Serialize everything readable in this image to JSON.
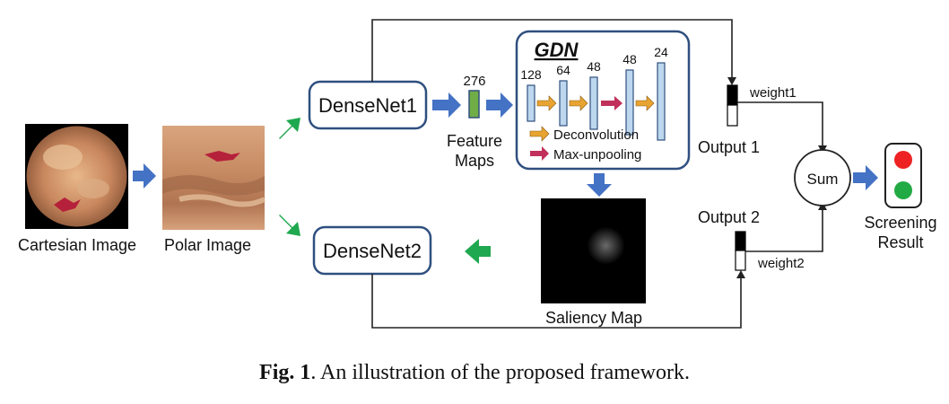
{
  "images": {
    "cartesian_label": "Cartesian Image",
    "polar_label": "Polar Image",
    "saliency_label": "Saliency Map"
  },
  "networks": {
    "densenet1": "DenseNet1",
    "densenet2": "DenseNet2"
  },
  "feature_maps": {
    "count": "276",
    "label_line1": "Feature",
    "label_line2": "Maps"
  },
  "gdn": {
    "title": "GDN",
    "layers": [
      "128",
      "64",
      "48",
      "48",
      "24"
    ],
    "legend_deconv": "Deconvolution",
    "legend_unpool": "Max-unpooling"
  },
  "outputs": {
    "output1": "Output 1",
    "output2": "Output 2",
    "weight1": "weight1",
    "weight2": "weight2",
    "sum": "Sum"
  },
  "result": {
    "line1": "Screening",
    "line2": "Result"
  },
  "caption": {
    "fig": "Fig. 1",
    "text": ". An illustration of the proposed framework."
  },
  "colors": {
    "blue_arrow": "#4472c4",
    "green_arrow": "#1fa84f",
    "box_stroke": "#2f4f7f",
    "orange_arrow": "#e8a431",
    "red_arrow": "#c0305a",
    "layer_fill": "#bdd7ee",
    "feature_green": "#70ad47",
    "light_red": "#ee2222",
    "light_green": "#22aa44"
  }
}
